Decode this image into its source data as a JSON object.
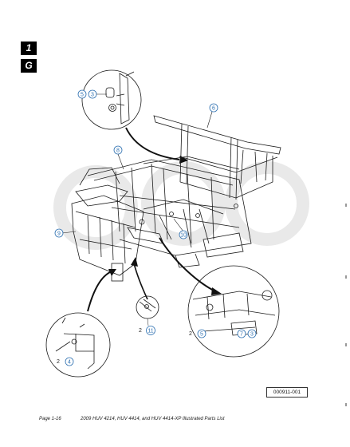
{
  "section_tabs": {
    "chapter": "1",
    "section": "G"
  },
  "callouts": {
    "top_left_a": "5",
    "top_left_b": "3",
    "frame": "6",
    "cross_member": "8",
    "front_panel": "9",
    "bracket": "10",
    "pivot_qty": "2",
    "pivot_ref": "11",
    "rear_detail_qty": "2",
    "rear_detail_a": "5",
    "rear_detail_b": "7",
    "rear_detail_c": "3",
    "lower_detail_qty": "2",
    "lower_detail_ref": "4"
  },
  "figure_id": "000911-001",
  "footer": {
    "page": "Page 1-16",
    "title": "2009 HUV 4214, HUV 4414, and HUV 4414-XP Illustrated Parts List"
  },
  "colors": {
    "callout_blue": "#2c6fb0",
    "line": "#1a1a1a",
    "watermark": "#e9e9e9"
  }
}
